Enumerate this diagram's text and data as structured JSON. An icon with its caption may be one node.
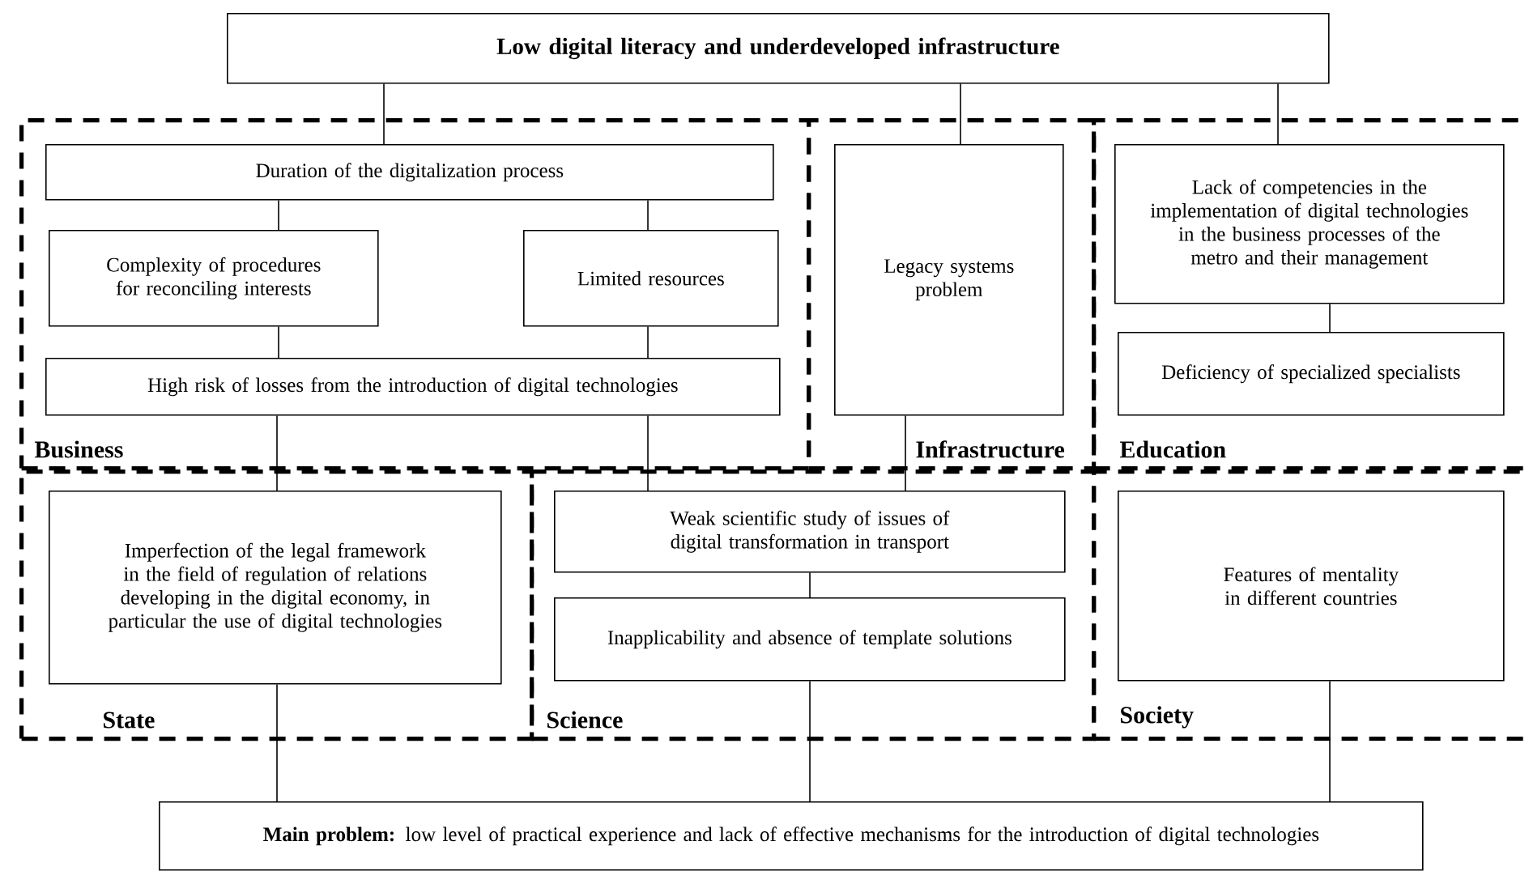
{
  "diagram": {
    "nodes": [
      {
        "text": [
          "Low digital literacy and underdeveloped infrastructure"
        ]
      },
      {
        "text": [
          "Business"
        ]
      },
      {
        "text": [
          "Duration of the digitalization process"
        ],
        "in": 1
      },
      {
        "text": [
          "Complexity of procedures for reconciling interests"
        ],
        "in": 1
      },
      {
        "text": [
          "Limited resources"
        ],
        "in": 1
      },
      {
        "text": [
          "High risk of losses from the introduction of digital technologies"
        ],
        "in": 1
      },
      {
        "text": [
          "Infrastructure"
        ]
      },
      {
        "text": [
          "Legacy systems problem"
        ],
        "in": 6
      },
      {
        "text": [
          "Education"
        ]
      },
      {
        "text": [
          "Lack of competencies in the implementation of digital technologies in the business processes of the metro and their management"
        ],
        "in": 8
      },
      {
        "text": [
          "Deficiency of specialized specialists"
        ],
        "in": 8
      },
      {
        "text": [
          "State"
        ]
      },
      {
        "text": [
          "Imperfection of the legal framework in the field of regulation of relations developing in the digital economy, in particular the use of digital technologies"
        ],
        "in": 11
      },
      {
        "text": [
          "Science"
        ]
      },
      {
        "text": [
          "Weak scientific study of issues of digital transformation in transport"
        ],
        "in": 13
      },
      {
        "text": [
          "Inapplicability and absence of template solutions"
        ],
        "in": 13
      },
      {
        "text": [
          "Society"
        ]
      },
      {
        "text": [
          "Features of mentality in different countries"
        ],
        "in": 16
      },
      {
        "text": [
          "**Main problem:** low level of practical experience and lack of effective mechanisms for the introduction of digital technologies"
        ]
      }
    ],
    "edges": [
      {
        "from": 0,
        "to": 2,
        "arrow": "none"
      },
      {
        "from": 0,
        "to": 7,
        "arrow": "none"
      },
      {
        "from": 0,
        "to": 9,
        "arrow": "none"
      },
      {
        "from": 2,
        "to": 3,
        "arrow": "none"
      },
      {
        "from": 2,
        "to": 4,
        "arrow": "none"
      },
      {
        "from": 3,
        "to": 5,
        "arrow": "none"
      },
      {
        "from": 4,
        "to": 5,
        "arrow": "none"
      },
      {
        "from": 5,
        "to": 12,
        "arrow": "none"
      },
      {
        "from": 5,
        "to": 14,
        "arrow": "none"
      },
      {
        "from": 7,
        "to": 14,
        "arrow": "none"
      },
      {
        "from": 9,
        "to": 10,
        "arrow": "none"
      },
      {
        "from": 14,
        "to": 15,
        "arrow": "none"
      },
      {
        "from": 12,
        "to": 18,
        "arrow": "none"
      },
      {
        "from": 15,
        "to": 18,
        "arrow": "none"
      },
      {
        "from": 17,
        "to": 18,
        "arrow": "none"
      }
    ]
  }
}
